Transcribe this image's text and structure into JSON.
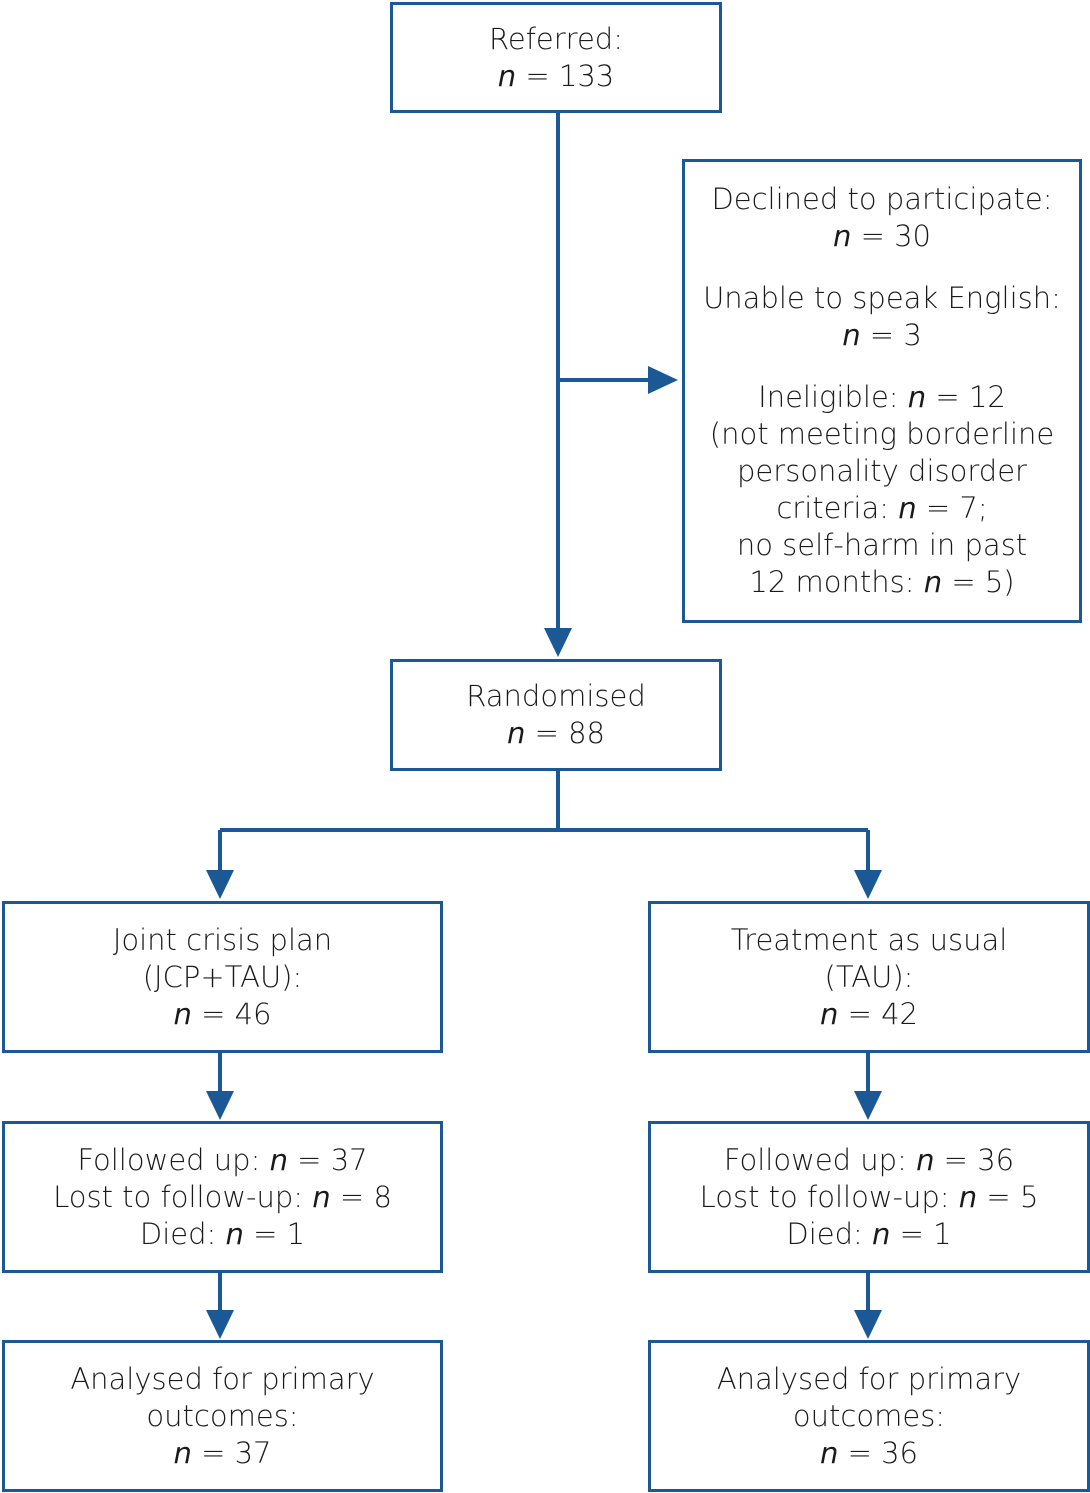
{
  "colors": {
    "box_border": "#1a5896",
    "connector": "#1a5896",
    "text": "#1a1a1a"
  },
  "referred": {
    "label": "Referred:",
    "n": "133"
  },
  "excluded": {
    "declined": {
      "label": "Declined to participate:",
      "n": "30"
    },
    "no_english": {
      "label": "Unable to speak English:",
      "n": "3"
    },
    "ineligible": {
      "label": "Ineligible:",
      "n": "12",
      "detail_line1": "(not meeting borderline",
      "detail_line2": "personality disorder",
      "criteria_label": "criteria:",
      "criteria_n": "7;",
      "selfharm_line1": "no self-harm in past",
      "selfharm_label": "12 months:",
      "selfharm_n": "5)"
    }
  },
  "randomised": {
    "label": "Randomised",
    "n": "88"
  },
  "arms": [
    {
      "title": "Joint crisis plan",
      "abbrev": "(JCP+TAU):",
      "n": "46",
      "followed_up_label": "Followed up:",
      "followed_up_n": "37",
      "lost_label": "Lost to follow-up:",
      "lost_n": "8",
      "died_label": "Died:",
      "died_n": "1",
      "analysed_line1": "Analysed for primary",
      "analysed_line2": "outcomes:",
      "analysed_n": "37"
    },
    {
      "title": "Treatment as usual",
      "abbrev": "(TAU):",
      "n": "42",
      "followed_up_label": "Followed up:",
      "followed_up_n": "36",
      "lost_label": "Lost to follow-up:",
      "lost_n": "5",
      "died_label": "Died:",
      "died_n": "1",
      "analysed_line1": "Analysed for primary",
      "analysed_line2": "outcomes:",
      "analysed_n": "36"
    }
  ],
  "symbols": {
    "n": "n",
    "eq": " = "
  }
}
